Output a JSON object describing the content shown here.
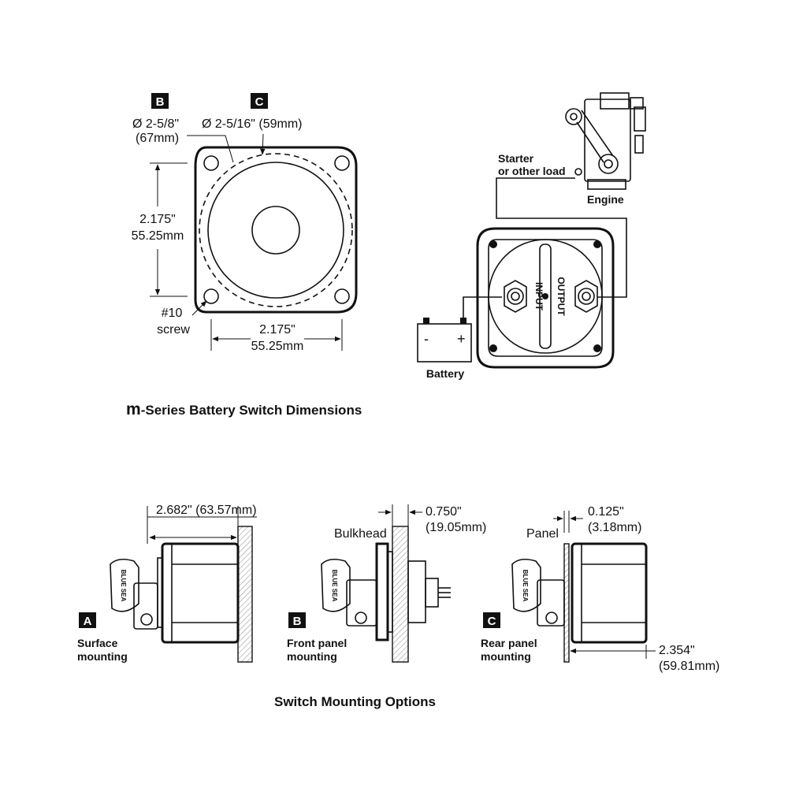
{
  "dimensions_drawing": {
    "badge_b": "B",
    "badge_c": "C",
    "dia_b_line1": "Ø 2-5/8\"",
    "dia_b_line2": "(67mm)",
    "dia_c": "Ø 2-5/16\" (59mm)",
    "height_in": "2.175\"",
    "height_mm": "55.25mm",
    "width_in": "2.175\"",
    "width_mm": "55.25mm",
    "screw_line1": "#10",
    "screw_line2": "screw",
    "title_prefix": "m",
    "title_rest": "-Series Battery Switch Dimensions"
  },
  "wiring_drawing": {
    "load_line1": "Starter",
    "load_line2": "or other load",
    "engine": "Engine",
    "battery": "Battery",
    "battery_minus": "-",
    "battery_plus": "+",
    "input": "INPUT",
    "output": "OUTPUT"
  },
  "mounting": {
    "a_badge": "A",
    "a_dim": "2.682\" (63.57mm)",
    "a_label_line1": "Surface",
    "a_label_line2": "mounting",
    "b_badge": "B",
    "b_dim_line1": "0.750\"",
    "b_dim_line2": "(19.05mm)",
    "b_bulkhead": "Bulkhead",
    "b_label_line1": "Front panel",
    "b_label_line2": "mounting",
    "c_badge": "C",
    "c_dim1_line1": "0.125\"",
    "c_dim1_line2": "(3.18mm)",
    "c_panel": "Panel",
    "c_dim2_line1": "2.354\"",
    "c_dim2_line2": "(59.81mm)",
    "c_label_line1": "Rear panel",
    "c_label_line2": "mounting",
    "key_text": "BLUE SEA",
    "title": "Switch Mounting Options"
  }
}
